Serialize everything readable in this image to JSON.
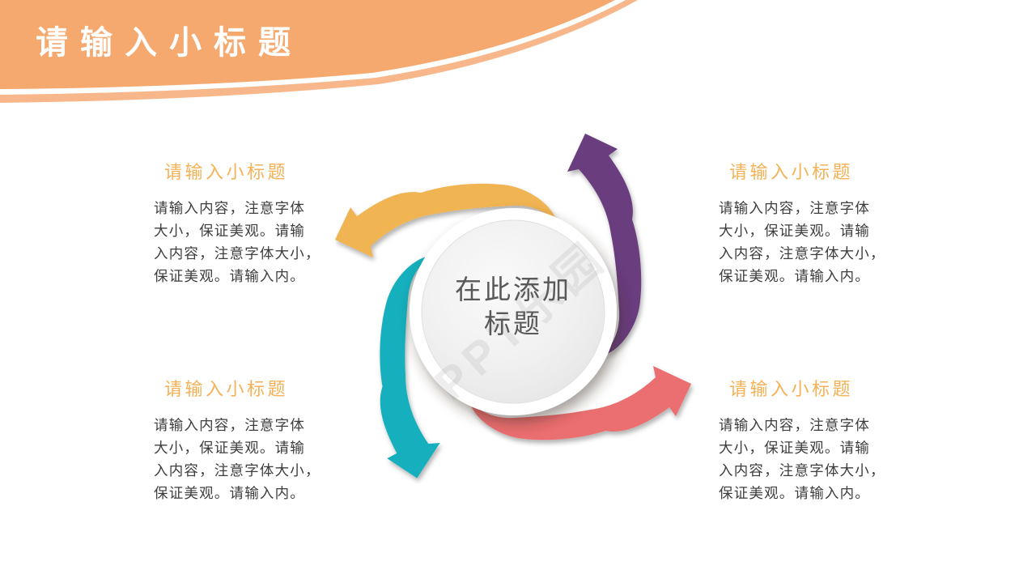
{
  "header": {
    "title": "请输入小标题",
    "color_main": "#F6A96F",
    "color_light": "#F7B78A"
  },
  "center": {
    "title": "在此添加\n标题",
    "text_color": "#595959",
    "watermark": "PPT乐园"
  },
  "diagram": {
    "circle_fill": "#ffffff",
    "arrows": [
      {
        "name": "top-yellow",
        "color": "#F0B452"
      },
      {
        "name": "right-purple",
        "color": "#6B3E7E"
      },
      {
        "name": "left-teal",
        "color": "#16AFBD"
      },
      {
        "name": "bottom-red",
        "color": "#EB6E6F"
      }
    ]
  },
  "blocks": [
    {
      "position": "top-left",
      "heading": "请输入小标题",
      "heading_color": "#F4B156",
      "body": "请输入内容，注意字体\n大小，保证美观。请输\n入内容，注意字体大小，\n保证美观。请输入内。"
    },
    {
      "position": "top-right",
      "heading": "请输入小标题",
      "heading_color": "#F4B156",
      "body": "请输入内容，注意字体\n大小，保证美观。请输\n入内容，注意字体大小，\n保证美观。请输入内。"
    },
    {
      "position": "bottom-left",
      "heading": "请输入小标题",
      "heading_color": "#F4B156",
      "body": "请输入内容，注意字体\n大小，保证美观。请输\n入内容，注意字体大小，\n保证美观。请输入内。"
    },
    {
      "position": "bottom-right",
      "heading": "请输入小标题",
      "heading_color": "#F4B156",
      "body": "请输入内容，注意字体\n大小，保证美观。请输\n入内容，注意字体大小，\n保证美观。请输入内。"
    }
  ]
}
